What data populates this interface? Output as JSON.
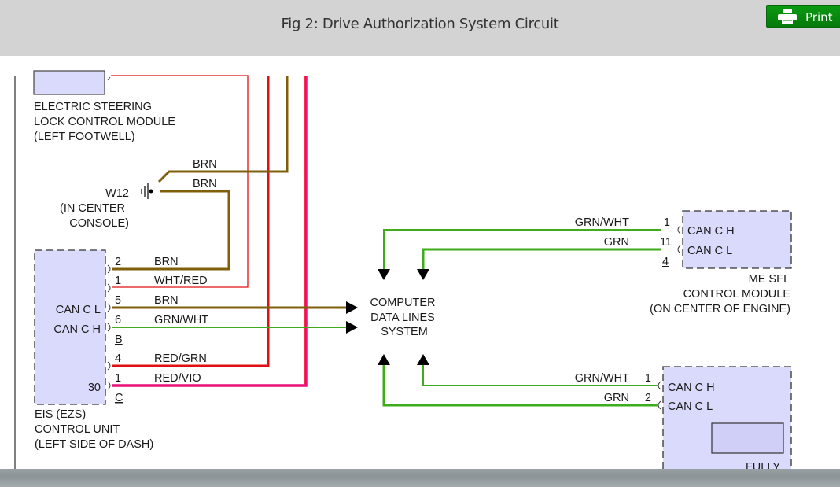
{
  "header": {
    "title": "Fig 2: Drive Authorization System Circuit",
    "print_label": "Print"
  },
  "colors": {
    "header_bg": "#d3d3d3",
    "print_button": "#058a0d",
    "module_fill": "#dadafc",
    "wire_brn": "#7f5f09",
    "wire_grn": "#3eac1c",
    "wire_red": "#e01010",
    "wire_vio": "#e9117a",
    "footer_bg": "#959ca0"
  },
  "diagram": {
    "steering_lock": {
      "name_lines": [
        "ELECTRIC STEERING",
        "LOCK CONTROL MODULE",
        "(LEFT FOOTWELL)"
      ]
    },
    "ground": {
      "id": "W12",
      "location_lines": [
        "(IN CENTER",
        "CONSOLE)"
      ],
      "wires": [
        "BRN",
        "BRN"
      ]
    },
    "eis": {
      "name_lines": [
        "EIS (EZS)",
        "CONTROL UNIT",
        "(LEFT SIDE OF DASH)"
      ],
      "pin_labels": [
        "CAN C L",
        "CAN C H",
        "30"
      ],
      "connectors": [
        "B",
        "C"
      ],
      "pins": [
        {
          "pin": "2",
          "wire": "BRN"
        },
        {
          "pin": "1",
          "wire": "WHT/RED"
        },
        {
          "pin": "5",
          "wire": "BRN"
        },
        {
          "pin": "6",
          "wire": "GRN/WHT"
        },
        {
          "pin": "4",
          "wire": "RED/GRN"
        },
        {
          "pin": "1",
          "wire": "RED/VIO"
        }
      ]
    },
    "data_lines": {
      "label_lines": [
        "COMPUTER",
        "DATA LINES",
        "SYSTEM"
      ]
    },
    "me_sfi": {
      "name_lines": [
        "ME SFI",
        "CONTROL MODULE",
        "(ON CENTER OF ENGINE)"
      ],
      "connector": "4",
      "pins": [
        {
          "pin": "1",
          "wire": "GRN/WHT",
          "label": "CAN C H"
        },
        {
          "pin": "11",
          "wire": "GRN",
          "label": "CAN C L"
        }
      ]
    },
    "lower_module": {
      "name_partial": "FULLY",
      "pins": [
        {
          "pin": "1",
          "wire": "GRN/WHT",
          "label": "CAN C H"
        },
        {
          "pin": "2",
          "wire": "GRN",
          "label": "CAN C L"
        }
      ]
    }
  }
}
